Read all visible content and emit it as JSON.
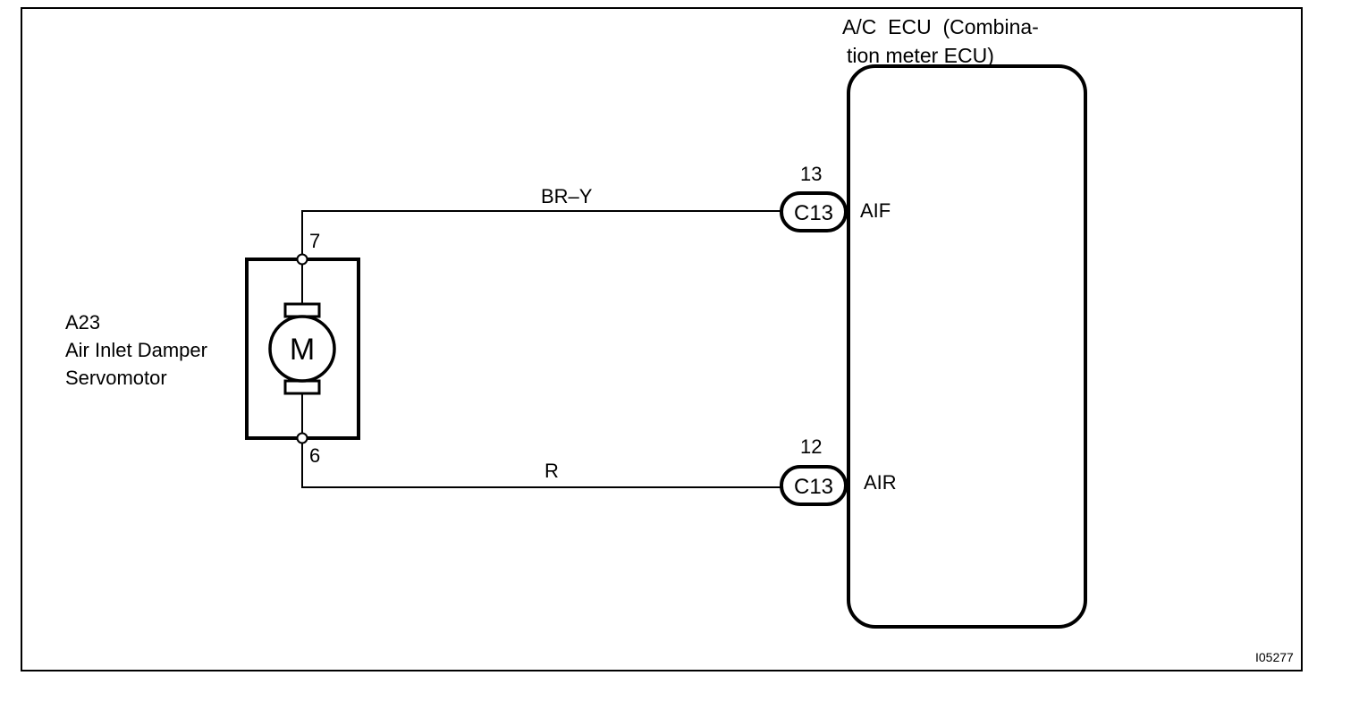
{
  "ecu": {
    "title_line1": "A/C  ECU  (Combina-",
    "title_line2": "tion meter ECU)"
  },
  "component": {
    "code": "A23",
    "name_line1": "Air Inlet Damper",
    "name_line2": "Servomotor",
    "motor_symbol": "M",
    "pin_top": "7",
    "pin_bottom": "6"
  },
  "wires": {
    "top_color": "BR–Y",
    "bottom_color": "R"
  },
  "connectors": {
    "top": {
      "pin": "13",
      "code": "C13",
      "terminal": "AIF"
    },
    "bottom": {
      "pin": "12",
      "code": "C13",
      "terminal": "AIR"
    }
  },
  "figure_id": "I05277"
}
